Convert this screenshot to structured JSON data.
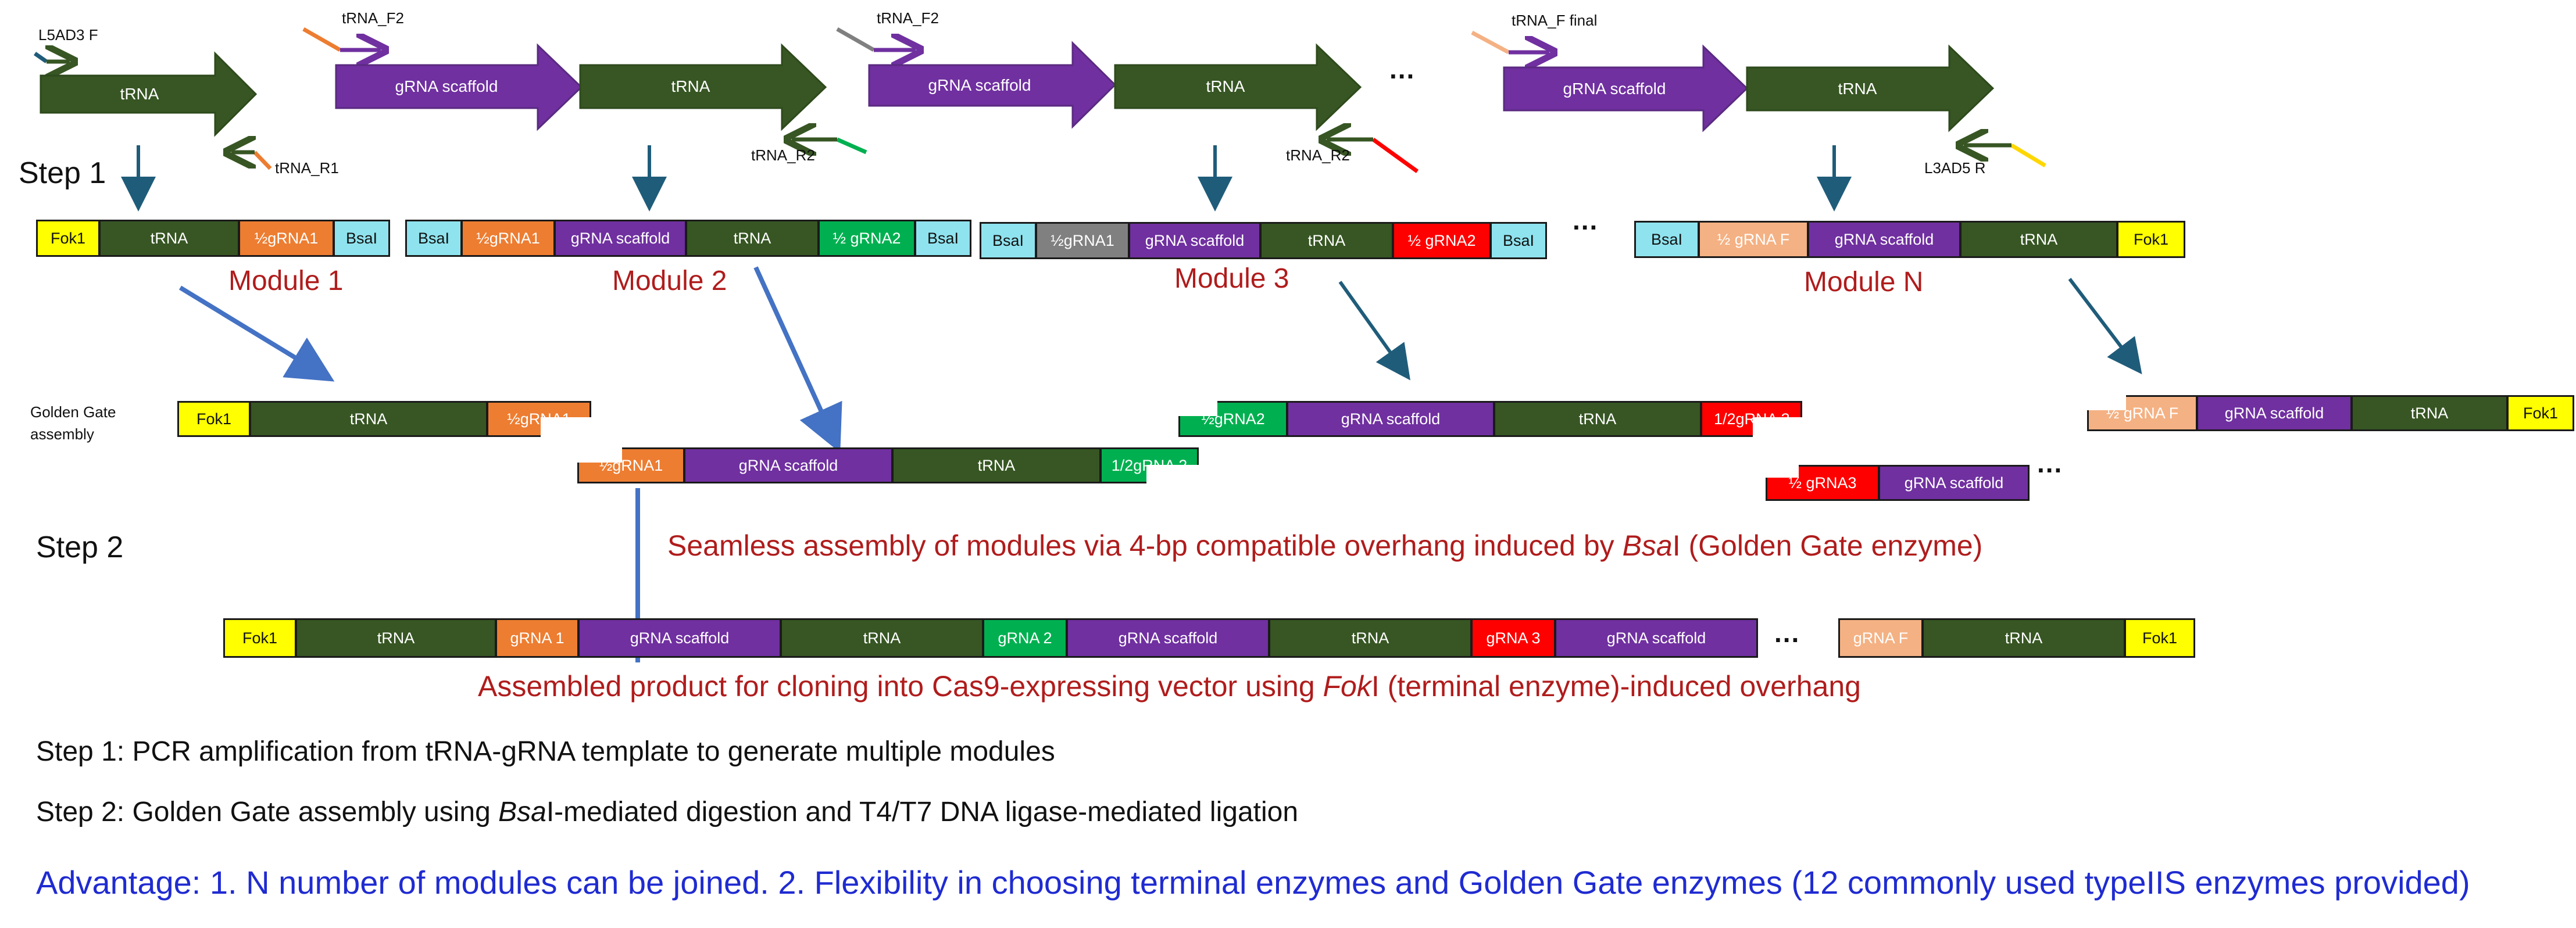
{
  "colors": {
    "trna": "#375623",
    "scaffold": "#7030a0",
    "fok1": "#ffff00",
    "bsai": "#8fe3ee",
    "grna1": "#ed7d31",
    "grna2": "#00b050",
    "grna3": "#ff0000",
    "grnaF": "#f4b183",
    "grey": "#808080",
    "arrow_blue": "#4472c4",
    "arrow_teal": "#1f5c7a",
    "red_text": "#b01c1c",
    "advantage_text": "#1f2bd1"
  },
  "templates": {
    "big_arrows": [
      "tRNA",
      "gRNA scaffold",
      "tRNA",
      "gRNA scaffold",
      "tRNA",
      "gRNA scaffold",
      "tRNA"
    ],
    "primers": [
      "L5AD3 F",
      "tRNA_F2",
      "tRNA_F2",
      "tRNA_F final",
      "tRNA_R1",
      "tRNA_R2",
      "tRNA_R2",
      "L3AD5 R"
    ],
    "ellipsis": "..."
  },
  "steps": {
    "step1": "Step 1",
    "step2": "Step 2"
  },
  "modules": [
    {
      "label": "Module 1",
      "blocks": [
        "Fok1",
        "tRNA",
        "½gRNA1",
        "BsaI"
      ]
    },
    {
      "label": "Module 2",
      "blocks": [
        "BsaI",
        "½gRNA1",
        "gRNA scaffold",
        "tRNA",
        "½ gRNA2",
        "BsaI"
      ]
    },
    {
      "label": "Module 3",
      "blocks": [
        "BsaI",
        "½gRNA1",
        "gRNA scaffold",
        "tRNA",
        "½ gRNA2",
        "BsaI"
      ]
    },
    {
      "label": "Module N",
      "blocks": [
        "BsaI",
        "½ gRNA F",
        "gRNA scaffold",
        "tRNA",
        "Fok1"
      ]
    }
  ],
  "golden_gate": {
    "label": "Golden Gate assembly",
    "row1": [
      "Fok1",
      "tRNA",
      "½gRNA1"
    ],
    "row2": [
      "½gRNA1",
      "gRNA scaffold",
      "tRNA",
      "1/2gRNA 2"
    ],
    "row3": [
      "½gRNA2",
      "gRNA scaffold",
      "tRNA",
      "1/2gRNA 3"
    ],
    "row4": [
      "½ gRNA3",
      "gRNA scaffold"
    ],
    "row5": [
      "½ gRNA F",
      "gRNA scaffold",
      "tRNA",
      "Fok1"
    ]
  },
  "seamless_text": {
    "pre": "Seamless assembly of modules via 4-bp compatible overhang induced by ",
    "em": "Bsa",
    "post": "I (Golden Gate enzyme)"
  },
  "assembled": {
    "blocks": [
      "Fok1",
      "tRNA",
      "gRNA 1",
      "gRNA scaffold",
      "tRNA",
      "gRNA 2",
      "gRNA scaffold",
      "tRNA",
      "gRNA 3",
      "gRNA scaffold",
      "gRNA F",
      "tRNA",
      "Fok1"
    ],
    "text_pre": "Assembled product for cloning into Cas9-expressing vector using ",
    "text_em": "Fok",
    "text_post": "I (terminal enzyme)-induced overhang"
  },
  "notes": {
    "step1": "Step 1: PCR amplification from tRNA-gRNA template to generate multiple modules",
    "step2_pre": "Step 2: Golden Gate assembly using ",
    "step2_em": "Bsa",
    "step2_post": "I-mediated digestion and T4/T7 DNA ligase-mediated ligation",
    "advantage": "Advantage: 1. N number of modules can be joined. 2. Flexibility in choosing terminal enzymes and Golden Gate enzymes (12 commonly used typeIIS enzymes provided)"
  }
}
